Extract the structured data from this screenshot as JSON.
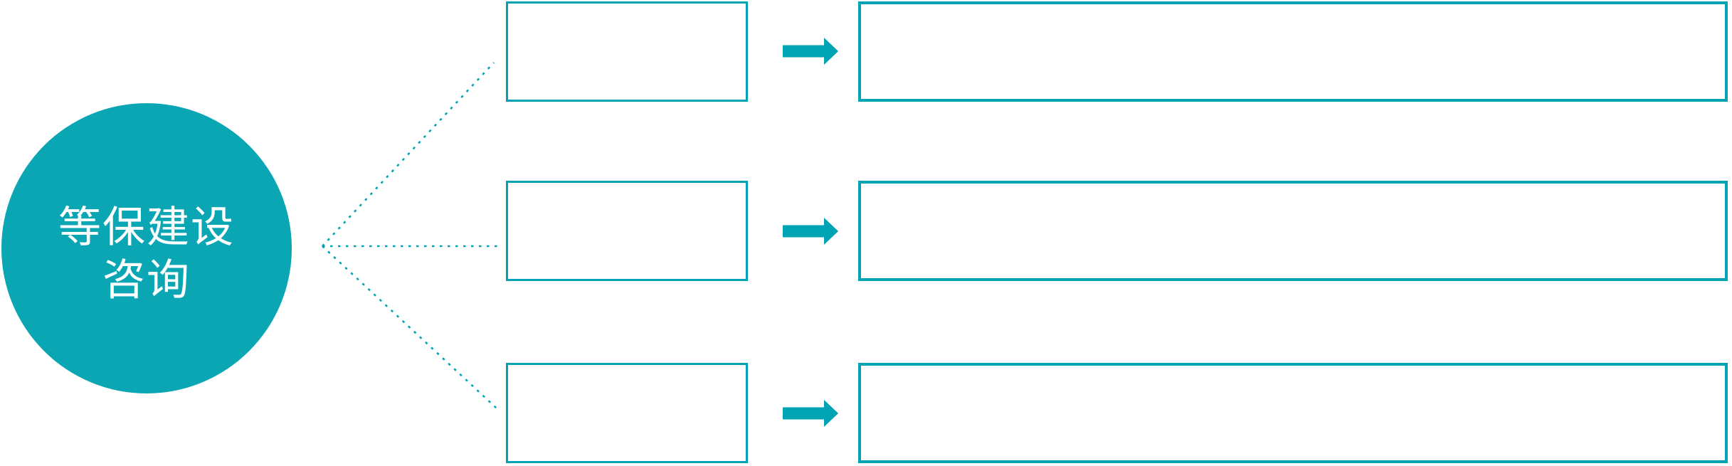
{
  "diagram": {
    "type": "radial-flow-diagram",
    "background_color": "#ffffff",
    "accent_color": "#00a3b4",
    "circle": {
      "label_line1": "等保建设",
      "label_line2": "咨询",
      "fill_color": "#0aa6b4",
      "text_color": "#ffffff"
    },
    "rows": [
      {
        "small_box_text": "",
        "large_box_text": ""
      },
      {
        "small_box_text": "",
        "large_box_text": ""
      },
      {
        "small_box_text": "",
        "large_box_text": ""
      }
    ],
    "connector_style": "dotted",
    "arrow_icon": "arrow-right-icon"
  }
}
